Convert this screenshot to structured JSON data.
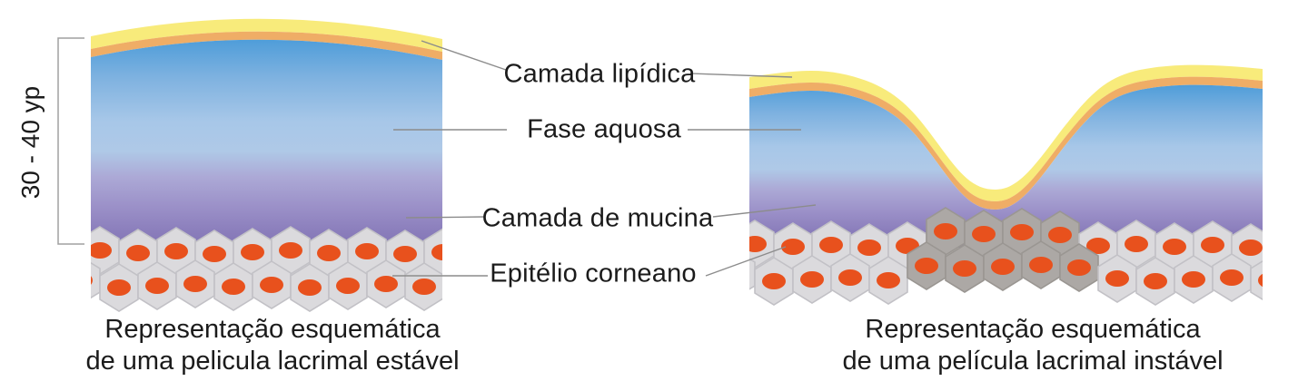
{
  "figure": {
    "bracket_label": "30 - 40 yp",
    "labels": {
      "lipid": "Camada lipídica",
      "aqueous": "Fase aquosa",
      "mucin": "Camada de mucina",
      "epithelium": "Epitélio corneano"
    },
    "captions": {
      "left_line1": "Representação esquemática",
      "left_line2": "de uma pelicula lacrimal estável",
      "right_line1": "Representação esquemática",
      "right_line2": "de uma película lacrimal instável"
    },
    "colors": {
      "lipid_yellow": "#F8EB7B",
      "lipid_orange": "#EFAD66",
      "cell_gray": "#DBDADD",
      "cell_gray_border": "#C2C1C6",
      "cell_dark": "#ACA8A5",
      "cell_dark_border": "#9A9692",
      "nucleus_orange": "#E8511D",
      "leader_line": "#8C8C8C",
      "bracket_line": "#A0A0A0",
      "text": "#1B1B1B",
      "aqueous_stops": [
        {
          "o": "0%",
          "c": "#4F9DD9"
        },
        {
          "o": "18%",
          "c": "#7FB2E0"
        },
        {
          "o": "38%",
          "c": "#A7C7E8"
        },
        {
          "o": "52%",
          "c": "#AFC9E7"
        },
        {
          "o": "64%",
          "c": "#ACA9D6"
        },
        {
          "o": "78%",
          "c": "#9B90C8"
        },
        {
          "o": "90%",
          "c": "#8A7DBB"
        },
        {
          "o": "100%",
          "c": "#7F72B2"
        }
      ]
    }
  }
}
